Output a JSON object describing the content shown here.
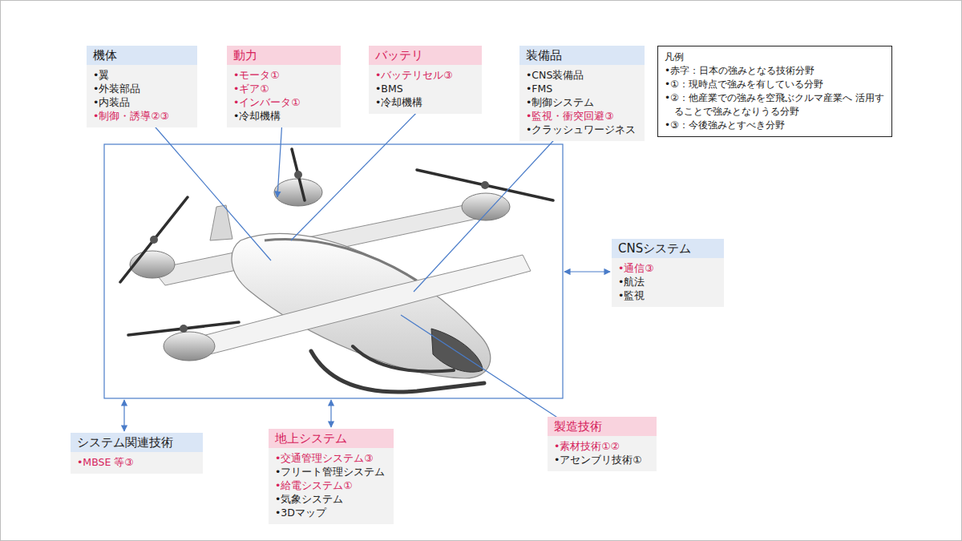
{
  "diagram": {
    "nodes": [
      {
        "text": [
          "機体",
          "•翼",
          "•外装部品",
          "•内装品",
          "•制御・誘導②③"
        ]
      },
      {
        "text": [
          "動力",
          "•モータ①",
          "•ギア①",
          "•インバータ①",
          "•冷却機構"
        ]
      },
      {
        "text": [
          "バッテリ",
          "•バッテリセル③",
          "•BMS",
          "•冷却機構"
        ]
      },
      {
        "text": [
          "装備品",
          "•CNS装備品",
          "•FMS",
          "•制御システム",
          "•監視・衝突回避③",
          "•クラッシュワージネス"
        ]
      },
      {
        "text": [
          "凡例",
          "•赤字：日本の強みとなる技術分野",
          "•①：現時点で強みを有している分野",
          "•②：他産業での強みを空飛ぶクルマ産業へ 活用することで強みとなりうる分野",
          "•③：今後強みとすべき分野"
        ]
      },
      {
        "text": [
          "CNSシステム",
          "•通信③",
          "•航法",
          "•監視"
        ]
      },
      {
        "text": [
          "システム関連技術",
          "•MBSE 等③"
        ]
      },
      {
        "text": [
          "地上システム",
          "•交通管理システム③",
          "•フリート管理システム",
          "•給電システム①",
          "•気象システム",
          "•3Dマップ"
        ]
      },
      {
        "text": [
          "製造技術",
          "•素材技術①②",
          "•アセンブリ技術①"
        ]
      }
    ]
  }
}
